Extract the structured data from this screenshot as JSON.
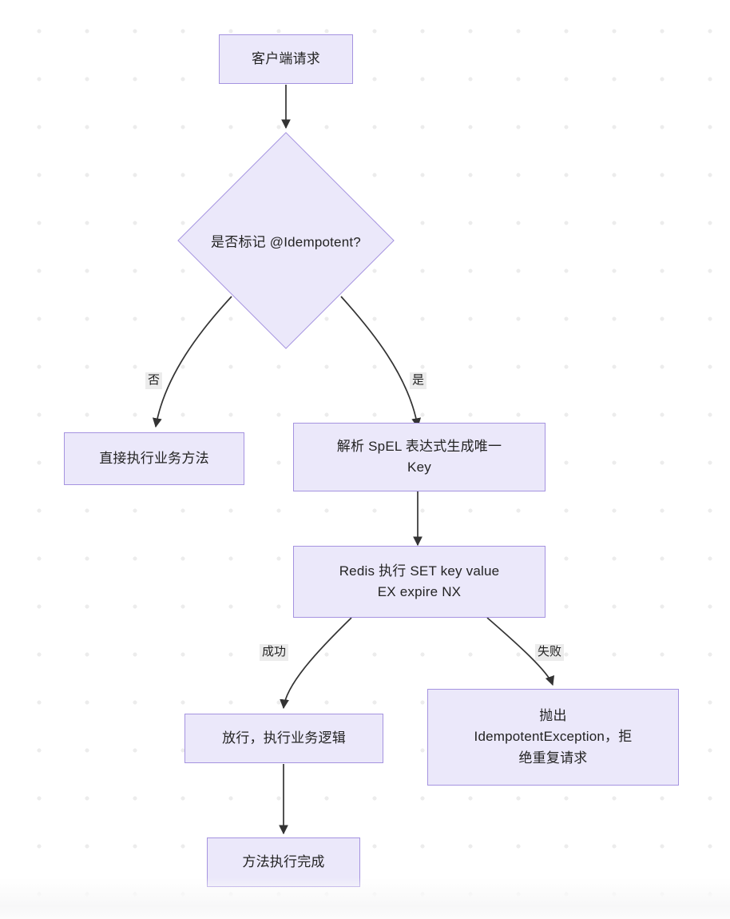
{
  "diagram": {
    "type": "flowchart",
    "direction": "top-down",
    "theme": {
      "node_fill": "#ebe8fa",
      "node_border": "#a593e0",
      "edge_color": "#333333",
      "label_background": "#ececec",
      "canvas_background": "#ffffff",
      "grid_dot_color": "#ececec"
    },
    "nodes": [
      {
        "id": "client",
        "shape": "rect",
        "text": "客户端请求"
      },
      {
        "id": "decide",
        "shape": "diamond",
        "text": "是否标记 @Idempotent?"
      },
      {
        "id": "direct",
        "shape": "rect",
        "text": "直接执行业务方法"
      },
      {
        "id": "spel",
        "shape": "rect",
        "text": "解析 SpEL 表达式生成唯一\nKey"
      },
      {
        "id": "redis",
        "shape": "rect",
        "text": "Redis 执行 SET key value\nEX expire NX"
      },
      {
        "id": "pass",
        "shape": "rect",
        "text": "放行，执行业务逻辑"
      },
      {
        "id": "exception",
        "shape": "rect",
        "text": "抛出\nIdempotentException，拒\n绝重复请求"
      },
      {
        "id": "done",
        "shape": "rect",
        "text": "方法执行完成"
      }
    ],
    "edges": [
      {
        "from": "client",
        "to": "decide",
        "label": ""
      },
      {
        "from": "decide",
        "to": "direct",
        "label": "否"
      },
      {
        "from": "decide",
        "to": "spel",
        "label": "是"
      },
      {
        "from": "spel",
        "to": "redis",
        "label": ""
      },
      {
        "from": "redis",
        "to": "pass",
        "label": "成功"
      },
      {
        "from": "redis",
        "to": "exception",
        "label": "失败"
      },
      {
        "from": "pass",
        "to": "done",
        "label": ""
      }
    ]
  }
}
